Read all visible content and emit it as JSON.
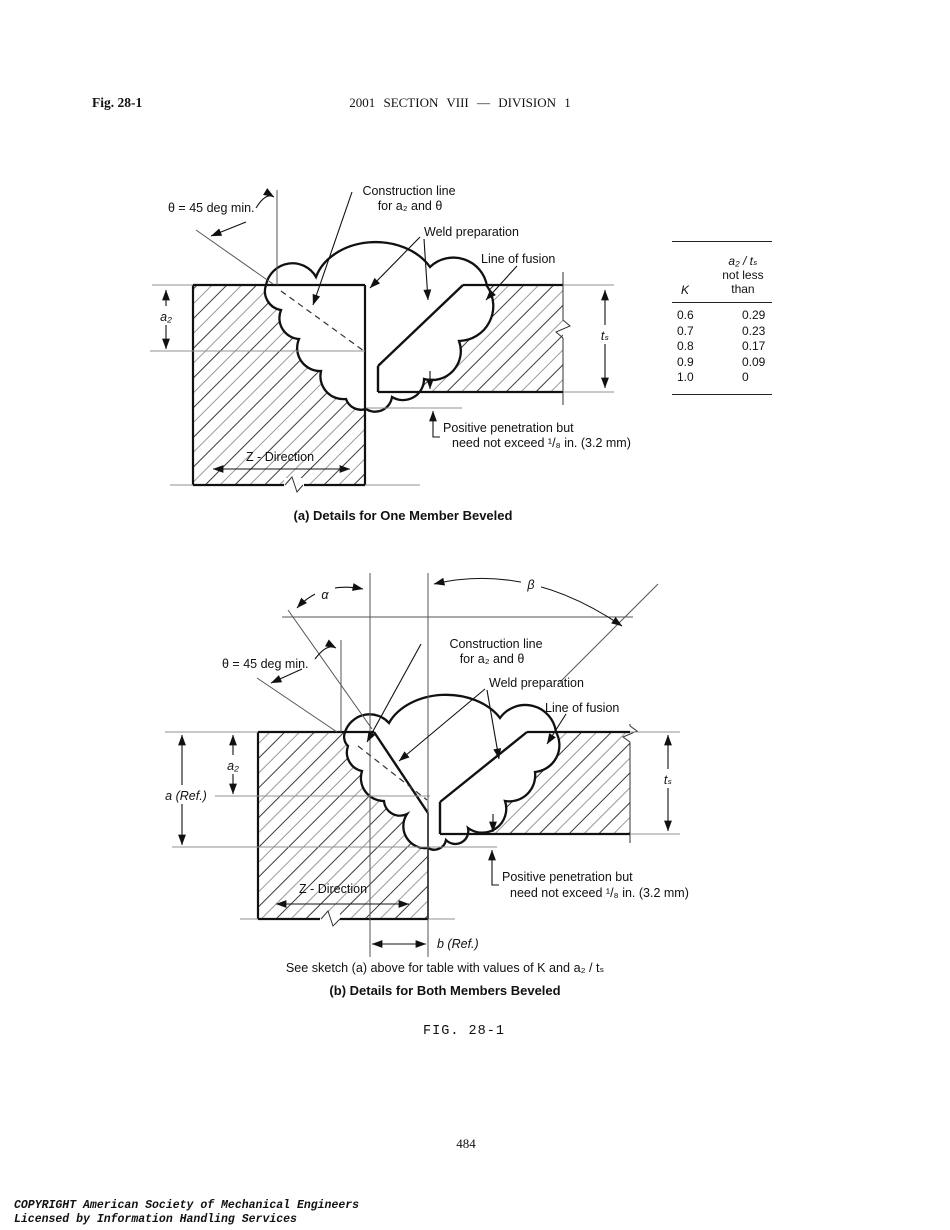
{
  "header": {
    "fig_label": "Fig. 28-1",
    "title": "2001 SECTION VIII — DIVISION 1"
  },
  "diagram_a": {
    "caption": "(a) Details for One Member Beveled",
    "labels": {
      "theta": "θ = 45 deg min.",
      "construction_line_1": "Construction line",
      "construction_line_2": "for a₂ and θ",
      "weld_preparation": "Weld preparation",
      "line_of_fusion": "Line of fusion",
      "a2": "a₂",
      "ts": "tₛ",
      "z_direction": "Z - Direction",
      "penetration_1": "Positive penetration but",
      "penetration_2": "need not exceed ¹/₈ in. (3.2 mm)"
    },
    "table": {
      "col1_header": "K",
      "col2_header_line1": "a₂ / tₛ",
      "col2_header_line2": "not less",
      "col2_header_line3": "than",
      "rows": [
        {
          "k": "0.6",
          "ratio": "0.29"
        },
        {
          "k": "0.7",
          "ratio": "0.23"
        },
        {
          "k": "0.8",
          "ratio": "0.17"
        },
        {
          "k": "0.9",
          "ratio": "0.09"
        },
        {
          "k": "1.0",
          "ratio": "0"
        }
      ]
    }
  },
  "diagram_b": {
    "note": "See sketch (a) above for table with values of K and a₂ / tₛ",
    "caption": "(b) Details for Both Members Beveled",
    "labels": {
      "alpha": "α",
      "beta": "β",
      "theta": "θ = 45 deg min.",
      "construction_line_1": "Construction line",
      "construction_line_2": "for a₂ and θ",
      "weld_preparation": "Weld preparation",
      "line_of_fusion": "Line of fusion",
      "a2": "a₂",
      "a_ref": "a (Ref.)",
      "b_ref": "b (Ref.)",
      "ts": "tₛ",
      "z_direction": "Z - Direction",
      "penetration_1": "Positive penetration but",
      "penetration_2": "need not exceed ¹/₈ in. (3.2 mm)"
    }
  },
  "figure_caption": "FIG. 28-1",
  "page_number": "484",
  "footer": {
    "line1": "COPYRIGHT American Society of Mechanical Engineers",
    "line2": "Licensed by Information Handling Services"
  }
}
